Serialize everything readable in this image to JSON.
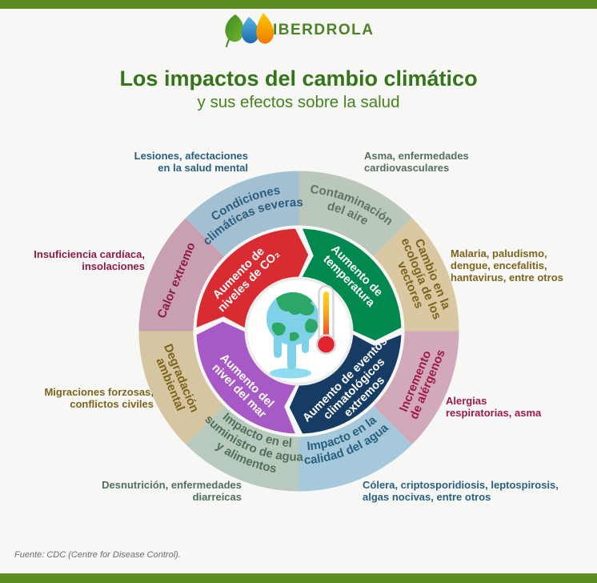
{
  "brand": {
    "name": "IBERDROLA",
    "bar_color": "#5d8c21",
    "logo_colors": {
      "leaf": "#4a951f",
      "blue_drop": "#1d6aad",
      "orange_drop": "#f08c06"
    }
  },
  "title": {
    "main": "Los impactos del cambio climático",
    "sub": "y sus efectos sobre la salud"
  },
  "wheel": {
    "inner": [
      {
        "id": "co2",
        "lines": [
          "Aumento de",
          "niveles de CO₂"
        ],
        "color": "#d92b32"
      },
      {
        "id": "temp",
        "lines": [
          "Aumento de",
          "temperatura"
        ],
        "color": "#00884f"
      },
      {
        "id": "eventos",
        "lines": [
          "Aumento de eventos",
          "climatológicos",
          "extremos"
        ],
        "color": "#173c64"
      },
      {
        "id": "mar",
        "lines": [
          "Aumento del",
          "nivel del mar"
        ],
        "color": "#a75ac5"
      }
    ],
    "outer": [
      {
        "id": "contaminacion",
        "lines": [
          "Contaminación",
          "del aire"
        ],
        "bg": "#b9c8ba",
        "fg": "#5e7463"
      },
      {
        "id": "vectores",
        "lines": [
          "Cambio en la",
          "ecología de los",
          "vectores"
        ],
        "bg": "#d9c8a2",
        "fg": "#7d641c"
      },
      {
        "id": "alergenos",
        "lines": [
          "Incremento",
          "de alérgenos"
        ],
        "bg": "#d2a9ba",
        "fg": "#9c1b46"
      },
      {
        "id": "calidad-agua",
        "lines": [
          "Impacto en la",
          "calidad del agua"
        ],
        "bg": "#a6c8db",
        "fg": "#27617f"
      },
      {
        "id": "suministro",
        "lines": [
          "Impacto en el",
          "suministro de agua",
          "y alimentos"
        ],
        "bg": "#b8cabd",
        "fg": "#4f7058"
      },
      {
        "id": "degradacion",
        "lines": [
          "Degradación",
          "ambiental"
        ],
        "bg": "#d6c5a1",
        "fg": "#7d641c"
      },
      {
        "id": "calor",
        "lines": [
          "Calor extremo"
        ],
        "bg": "#c9a0b2",
        "fg": "#8e1c41"
      },
      {
        "id": "condiciones",
        "lines": [
          "Condiciones",
          "climáticas severas"
        ],
        "bg": "#a3c0d3",
        "fg": "#2a5d7e"
      }
    ]
  },
  "effects": [
    {
      "id": "lesiones",
      "lines": [
        "Lesiones, afectaciones",
        "en la salud mental"
      ],
      "color": "#27617f"
    },
    {
      "id": "asma",
      "lines": [
        "Asma, enfermedades",
        "cardiovasculares"
      ],
      "color": "#51705e"
    },
    {
      "id": "malaria",
      "lines": [
        "Malaria, paludismo,",
        "dengue, encefalitis,",
        "hantavirus, entre otros"
      ],
      "color": "#7d641c"
    },
    {
      "id": "alergias",
      "lines": [
        "Alergias",
        "respiratorias, asma"
      ],
      "color": "#9c1b46"
    },
    {
      "id": "colera",
      "lines": [
        "Cólera, criptosporidiosis, leptospirosis,",
        "algas nocivas, entre otros"
      ],
      "color": "#27617f"
    },
    {
      "id": "desnutricion",
      "lines": [
        "Desnutrición, enfermedades",
        "diarreicas"
      ],
      "color": "#4f7058"
    },
    {
      "id": "migraciones",
      "lines": [
        "Migraciones forzosas,",
        "conflictos civiles"
      ],
      "color": "#7d641c"
    },
    {
      "id": "insuficiencia",
      "lines": [
        "Insuficiencia cardíaca,",
        "insolaciones"
      ],
      "color": "#8e1c41"
    }
  ],
  "footer": {
    "source": "Fuente: CDC (Centre for Disease Control)."
  }
}
